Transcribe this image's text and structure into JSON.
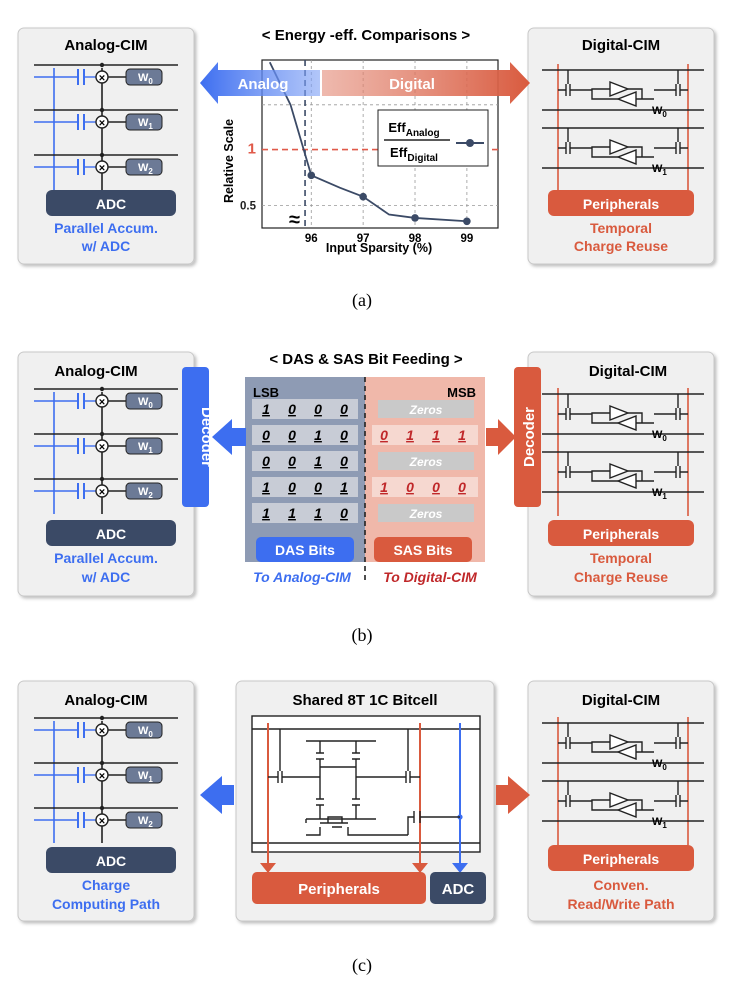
{
  "panel_a": {
    "caption": "(a)",
    "title": "< Energy -eff. Comparisons >",
    "analog_box": {
      "title": "Analog-CIM",
      "weights": [
        "W",
        "W",
        "W"
      ],
      "weight_subs": [
        "0",
        "1",
        "2"
      ],
      "adc": "ADC",
      "caption_line1": "Parallel Accum.",
      "caption_line2": "w/ ADC"
    },
    "digital_box": {
      "title": "Digital-CIM",
      "w_labels": [
        "W",
        "W"
      ],
      "w_subs": [
        "0",
        "1"
      ],
      "peripherals": "Peripherals",
      "caption_line1": "Temporal",
      "caption_line2": "Charge Reuse"
    },
    "arrow_left_label": "Analog",
    "arrow_right_label": "Digital",
    "legend": {
      "numerator": "Eff",
      "numerator_sub": "Analog",
      "denominator": "Eff",
      "denominator_sub": "Digital"
    },
    "break_mark": "≈"
  },
  "chart_data": {
    "type": "line",
    "title": "< Energy -eff. Comparisons >",
    "xlabel": "Input Sparsity (%)",
    "ylabel": "Relative Scale",
    "x_ticks": [
      "96",
      "97",
      "98",
      "99"
    ],
    "y_ticks": [
      "0.5",
      "1"
    ],
    "xlim": [
      95.05,
      99.6
    ],
    "ylim": [
      0.3,
      1.8
    ],
    "reference_line": {
      "y": 1,
      "color": "#e05a4a"
    },
    "crossover_x": 95.88,
    "series": [
      {
        "x": [
          95.2,
          95.6,
          96.0,
          96.55,
          97.0,
          97.5,
          98.0,
          99.0
        ],
        "y": [
          1.78,
          1.4,
          0.77,
          0.66,
          0.58,
          0.42,
          0.39,
          0.36
        ]
      }
    ],
    "markers": {
      "x": [
        96,
        97,
        98,
        99
      ],
      "y": [
        0.77,
        0.58,
        0.39,
        0.36
      ]
    },
    "grid": true
  },
  "panel_b": {
    "caption": "(b)",
    "title": "< DAS & SAS Bit Feeding >",
    "analog_box": {
      "title": "Analog-CIM",
      "weights": [
        "W",
        "W",
        "W"
      ],
      "weight_subs": [
        "0",
        "1",
        "2"
      ],
      "adc": "ADC",
      "caption_line1": "Parallel Accum.",
      "caption_line2": "w/ ADC",
      "decoder": "Decoder"
    },
    "digital_box": {
      "title": "Digital-CIM",
      "w_labels": [
        "W",
        "W"
      ],
      "w_subs": [
        "0",
        "1"
      ],
      "peripherals": "Peripherals",
      "caption_line1": "Temporal",
      "caption_line2": "Charge Reuse",
      "decoder": "Decoder"
    },
    "lsb_label": "LSB",
    "msb_label": "MSB",
    "lsb_rows": [
      [
        "1",
        "0",
        "0",
        "0"
      ],
      [
        "0",
        "0",
        "1",
        "0"
      ],
      [
        "0",
        "0",
        "1",
        "0"
      ],
      [
        "1",
        "0",
        "0",
        "1"
      ],
      [
        "1",
        "1",
        "1",
        "0"
      ]
    ],
    "msb_rows": [
      "Zeros",
      [
        "0",
        "1",
        "1",
        "1"
      ],
      "Zeros",
      [
        "1",
        "0",
        "0",
        "0"
      ],
      "Zeros"
    ],
    "das_bits": "DAS Bits",
    "sas_bits": "SAS Bits",
    "to_analog": "To Analog-CIM",
    "to_digital": "To Digital-CIM"
  },
  "panel_c": {
    "caption": "(c)",
    "analog_box": {
      "title": "Analog-CIM",
      "weights": [
        "W",
        "W",
        "W"
      ],
      "weight_subs": [
        "0",
        "1",
        "2"
      ],
      "adc": "ADC",
      "caption_line1": "Charge",
      "caption_line2": "Computing Path"
    },
    "center_box": {
      "title": "Shared 8T 1C Bitcell",
      "peripherals": "Peripherals",
      "adc": "ADC"
    },
    "digital_box": {
      "title": "Digital-CIM",
      "w_labels": [
        "W",
        "W"
      ],
      "w_subs": [
        "0",
        "1"
      ],
      "peripherals": "Peripherals",
      "caption_line1": "Conven.",
      "caption_line2": "Read/Write Path"
    }
  },
  "colors": {
    "analog_blue": "#3d6ef0",
    "digital_red": "#d95a3e",
    "navy": "#3b4a66",
    "weight_grey": "#6c7a96",
    "panel_bg": "#f0f0f0",
    "dark_red_text": "#c0282a"
  }
}
